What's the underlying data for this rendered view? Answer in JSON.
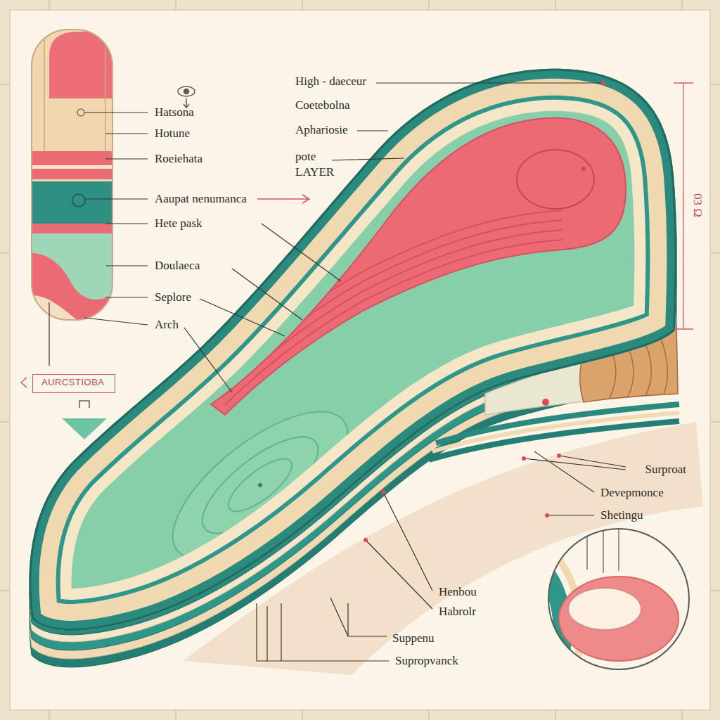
{
  "diagram": {
    "nodes": [
      {
        "text": [
          "AURCSTIOBA"
        ]
      }
    ],
    "labels": [
      "Hatsona",
      "Hotune",
      "Roeiehata",
      "Aaupat nenumanca",
      "Hete pask",
      "Doulaeca",
      "Seplore",
      "Arch",
      "High - daeceur",
      "Coetebolna",
      "Aphariosie",
      "pote LAYER",
      "03 Ω",
      "Surproat",
      "Devepmonce",
      "Shetingu",
      "Henbou",
      "Habrolr",
      "Suppenu",
      "Supropvanck"
    ]
  }
}
